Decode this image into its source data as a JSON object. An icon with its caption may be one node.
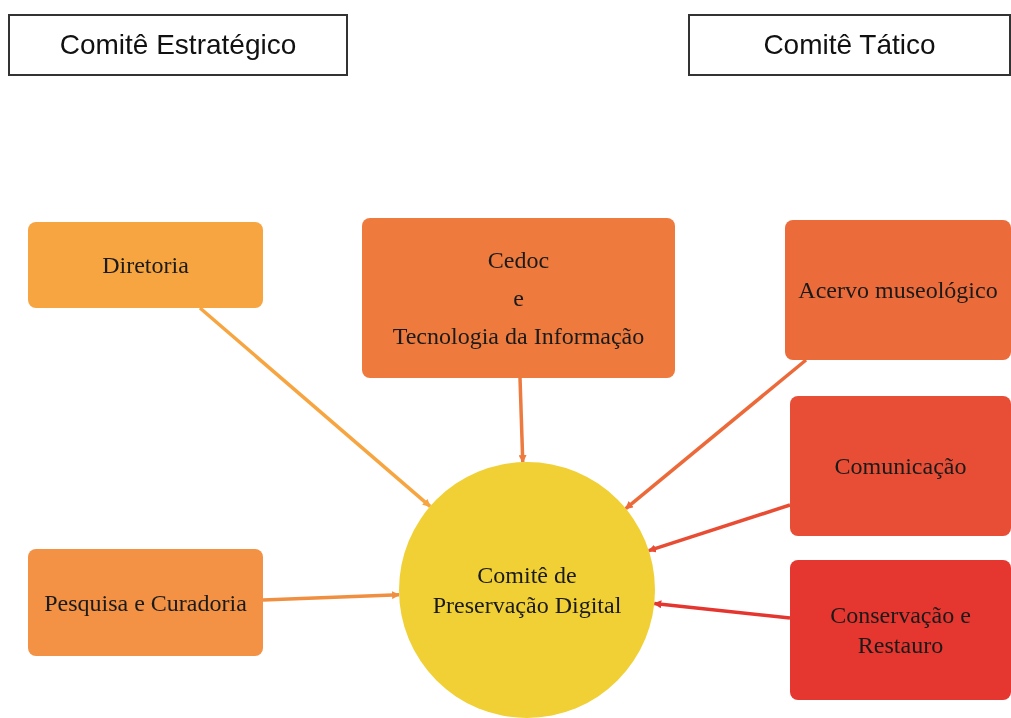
{
  "diagram": {
    "nodes": [
      {
        "text": [
          "Comitê Estratégico"
        ]
      },
      {
        "text": [
          "Comitê Tático"
        ]
      },
      {
        "text": [
          "Diretoria"
        ]
      },
      {
        "text": [
          "Cedoc",
          "e",
          "Tecnologia da Informação"
        ]
      },
      {
        "text": [
          "Acervo museológico"
        ]
      },
      {
        "text": [
          "Comunicação"
        ]
      },
      {
        "text": [
          "Pesquisa e Curadoria"
        ]
      },
      {
        "text": [
          "Comitê de Preservação Digital"
        ]
      },
      {
        "text": [
          "Conservação e Restauro"
        ]
      }
    ],
    "edges": [
      {
        "from": 2,
        "to": 7,
        "arrow": "to",
        "color": "#f6a540"
      },
      {
        "from": 3,
        "to": 7,
        "arrow": "to",
        "color": "#ed7a3e"
      },
      {
        "from": 4,
        "to": 7,
        "arrow": "to",
        "color": "#ec6a3a"
      },
      {
        "from": 5,
        "to": 7,
        "arrow": "to",
        "color": "#e84d34"
      },
      {
        "from": 6,
        "to": 7,
        "arrow": "to",
        "color": "#f08f40"
      },
      {
        "from": 8,
        "to": 7,
        "arrow": "to",
        "color": "#e5352f"
      }
    ]
  }
}
